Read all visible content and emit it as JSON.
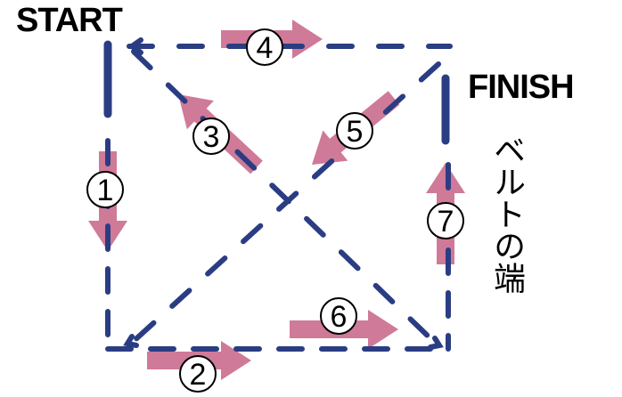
{
  "labels": {
    "start": "START",
    "finish": "FINISH",
    "belt_edge": "ベルトの端"
  },
  "steps": [
    "1",
    "2",
    "3",
    "4",
    "5",
    "6",
    "7"
  ],
  "colors": {
    "path": "#2b3d82",
    "arrow": "#cf7a98",
    "text": "#000000"
  }
}
